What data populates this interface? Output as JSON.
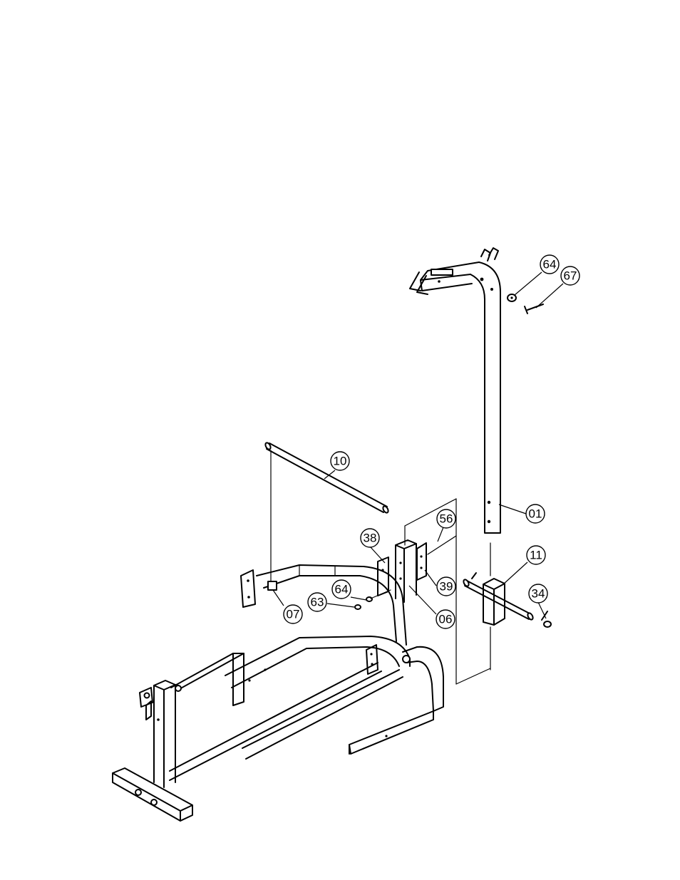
{
  "callouts": [
    {
      "id": "c64-top",
      "label": "64"
    },
    {
      "id": "c67",
      "label": "67"
    },
    {
      "id": "c10",
      "label": "10"
    },
    {
      "id": "c01",
      "label": "01"
    },
    {
      "id": "c56",
      "label": "56"
    },
    {
      "id": "c38",
      "label": "38"
    },
    {
      "id": "c11",
      "label": "11"
    },
    {
      "id": "c39",
      "label": "39"
    },
    {
      "id": "c34",
      "label": "34"
    },
    {
      "id": "c64-mid",
      "label": "64"
    },
    {
      "id": "c63",
      "label": "63"
    },
    {
      "id": "c07",
      "label": "07"
    },
    {
      "id": "c06",
      "label": "06"
    }
  ]
}
